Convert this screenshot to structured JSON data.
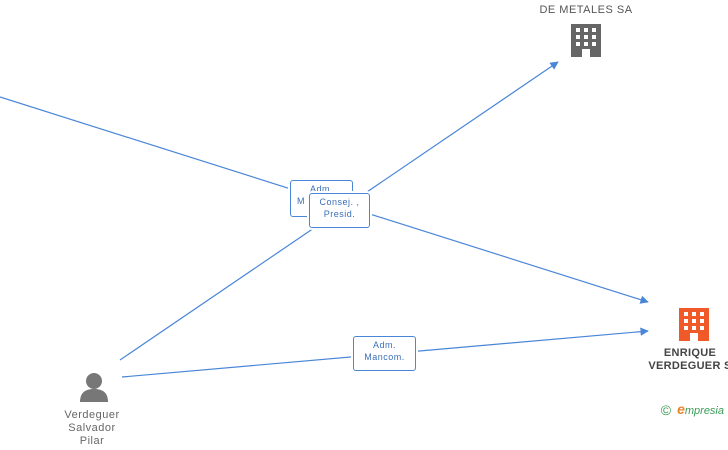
{
  "nodes": {
    "company_top": {
      "label": "DE METALES SA",
      "icon": "building-icon",
      "color": "#666666"
    },
    "company_main": {
      "label_lines": [
        "ENRIQUE",
        "VERDEGUER S"
      ],
      "icon": "building-icon",
      "color": "#f05a28"
    },
    "person": {
      "label_lines": [
        "Verdeguer",
        "Salvador",
        "Pilar"
      ],
      "icon": "person-icon",
      "color": "#777777"
    }
  },
  "edge_labels": {
    "adm_back": [
      "Adm.",
      "M"
    ],
    "consej": [
      "Consej. ,",
      "Presid."
    ],
    "adm_mancom": [
      "Adm.",
      "Mancom."
    ]
  },
  "footer": {
    "copyright": "©",
    "brand_initial": "e",
    "brand_rest": "mpresia"
  },
  "colors": {
    "edge": "#4a86d8",
    "accent": "#f05a28",
    "brand": "#3b9b57"
  }
}
